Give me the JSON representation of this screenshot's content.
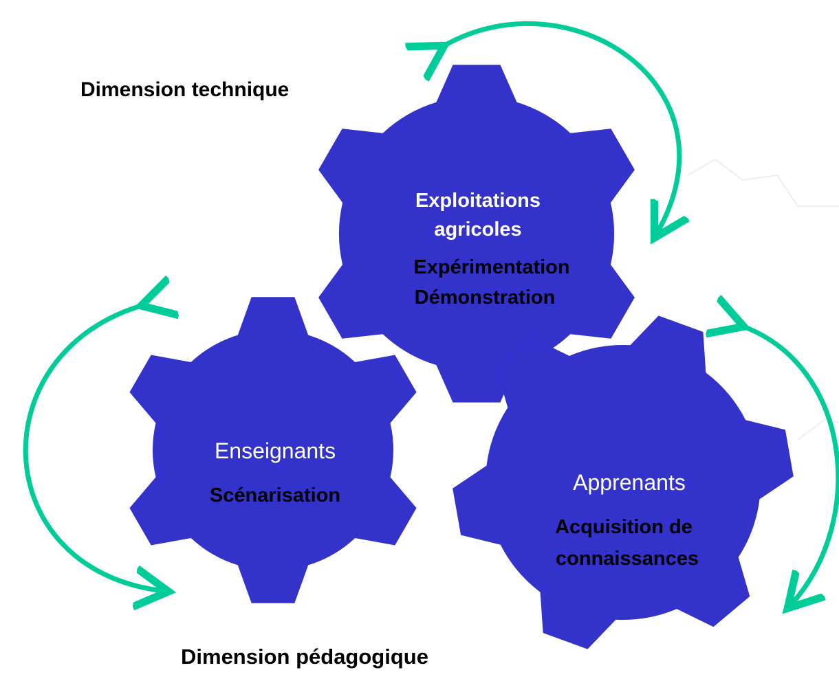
{
  "colors": {
    "gear": "#3333cc",
    "arrow": "#00cc99",
    "text_dark": "#000000",
    "text_light": "#ffffff"
  },
  "labels": {
    "dimension_technique": "Dimension technique",
    "dimension_pedagogique": "Dimension pédagogique"
  },
  "gears": {
    "exploitations": {
      "title_line1": "Exploitations",
      "title_line2": "agricoles",
      "sub_line1": "Expérimentation",
      "sub_line2": "Démonstration"
    },
    "enseignants": {
      "title": "Enseignants",
      "sub": "Scénarisation"
    },
    "apprenants": {
      "title": "Apprenants",
      "sub_line1": "Acquisition de",
      "sub_line2": "connaissances"
    }
  }
}
